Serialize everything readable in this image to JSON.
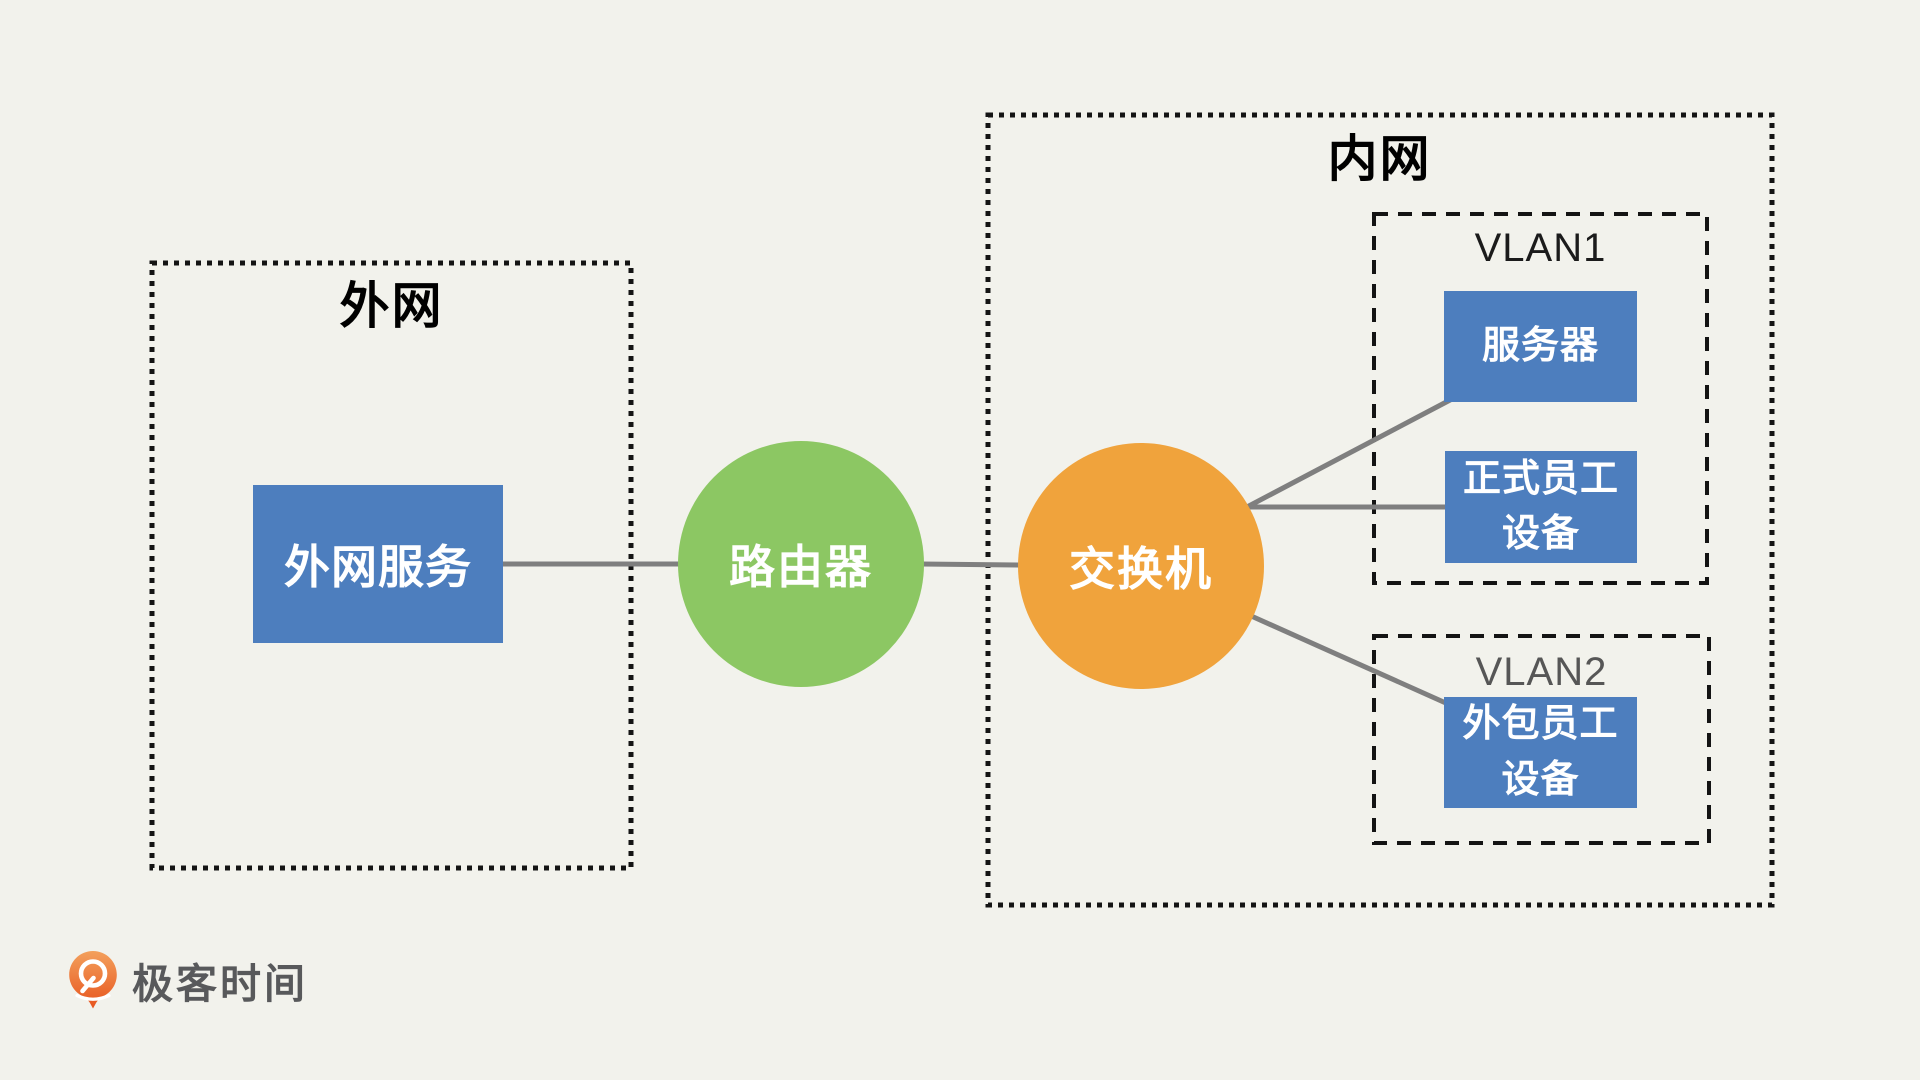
{
  "colors": {
    "bg": "#F2F2EC",
    "node-blue": "#4D7EBE",
    "router-green": "#8CC763",
    "switch-orange": "#F0A33C",
    "line-gray": "#7F7F7F",
    "border-dark": "#141414",
    "vlan1-text": "#1B1B1B",
    "vlan2-text": "#565656",
    "logo-text": "#58595B"
  },
  "external_network": {
    "label": "外网",
    "service_node": "外网服务"
  },
  "router_label": "路由器",
  "switch_label": "交换机",
  "internal_network": {
    "label": "内网",
    "vlan1": {
      "label": "VLAN1",
      "server_node": "服务器",
      "staff_node_line1": "正式员工",
      "staff_node_line2": "设备"
    },
    "vlan2": {
      "label": "VLAN2",
      "outsourced_node_line1": "外包员工",
      "outsourced_node_line2": "设备"
    }
  },
  "logo": {
    "brand": "极客时间"
  }
}
